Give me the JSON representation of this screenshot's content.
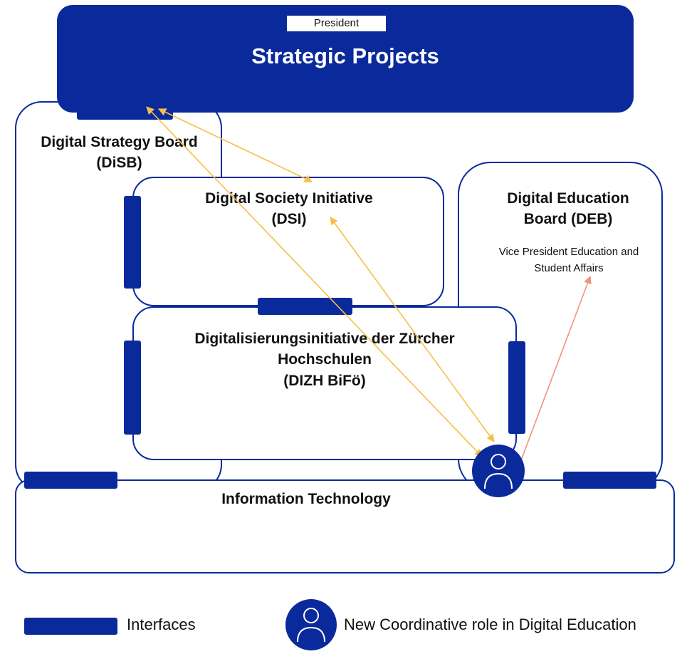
{
  "strategic_projects": {
    "label": "President",
    "title": "Strategic Projects"
  },
  "disb": {
    "title_line1": "Digital Strategy Board",
    "title_line2": "(DiSB)"
  },
  "dsi": {
    "title_line1": "Digital Society Initiative",
    "title_line2": "(DSI)"
  },
  "deb": {
    "title_line1": "Digital Education",
    "title_line2": "Board (DEB)",
    "subtitle_line1": "Vice President Education and",
    "subtitle_line2": "Student Affairs"
  },
  "dizh": {
    "title_line1": "Digitalisierungsinitiative der Zürcher",
    "title_line2": "Hochschulen",
    "title_line3": "(DIZH BiFö)"
  },
  "it": {
    "title": "Information Technology"
  },
  "legend": {
    "interfaces_label": "Interfaces",
    "coordinator_label": "New Coordinative role in Digital Education"
  },
  "colors": {
    "primary": "#0a2a9c",
    "arrow_yellow": "#f4c04a",
    "arrow_orange": "#f0937a"
  },
  "icons": {
    "coordinator": "user-icon"
  }
}
